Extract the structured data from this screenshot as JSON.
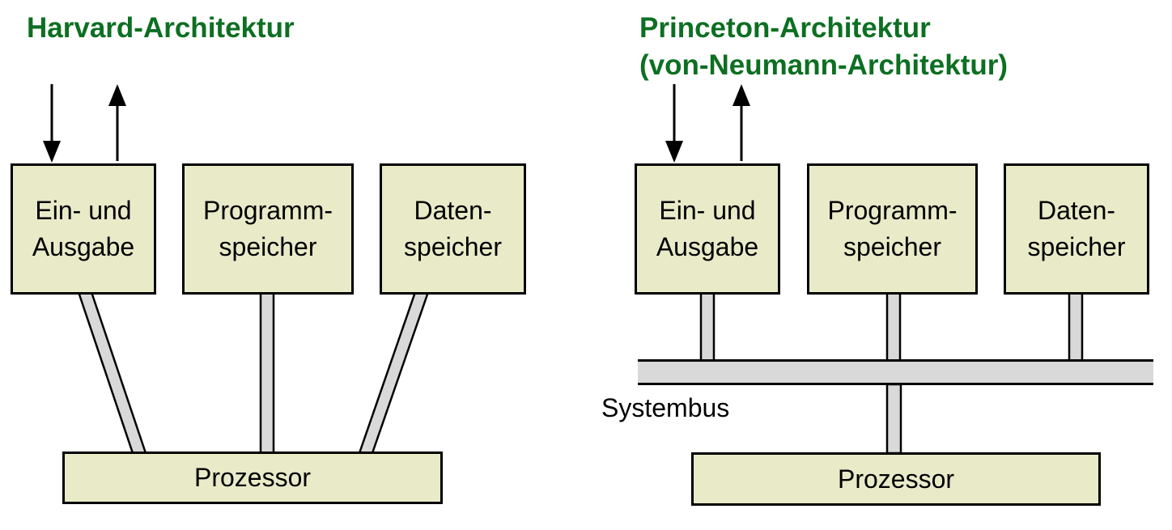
{
  "colors": {
    "title_green": "#0d6f22",
    "box_fill": "#e9eac8",
    "bus_fill": "#d9d9d9",
    "outline": "#000000"
  },
  "harvard": {
    "title": "Harvard-Architektur",
    "boxes": [
      {
        "label": "Ein- und\nAusgabe"
      },
      {
        "label": "Programm-\nspeicher"
      },
      {
        "label": "Daten-\nspeicher"
      }
    ],
    "processor_label": "Prozessor"
  },
  "princeton": {
    "title_line1": "Princeton-Architektur",
    "title_line2": "(von-Neumann-Architektur)",
    "boxes": [
      {
        "label": "Ein- und\nAusgabe"
      },
      {
        "label": "Programm-\nspeicher"
      },
      {
        "label": "Daten-\nspeicher"
      }
    ],
    "bus_label": "Systembus",
    "processor_label": "Prozessor"
  }
}
